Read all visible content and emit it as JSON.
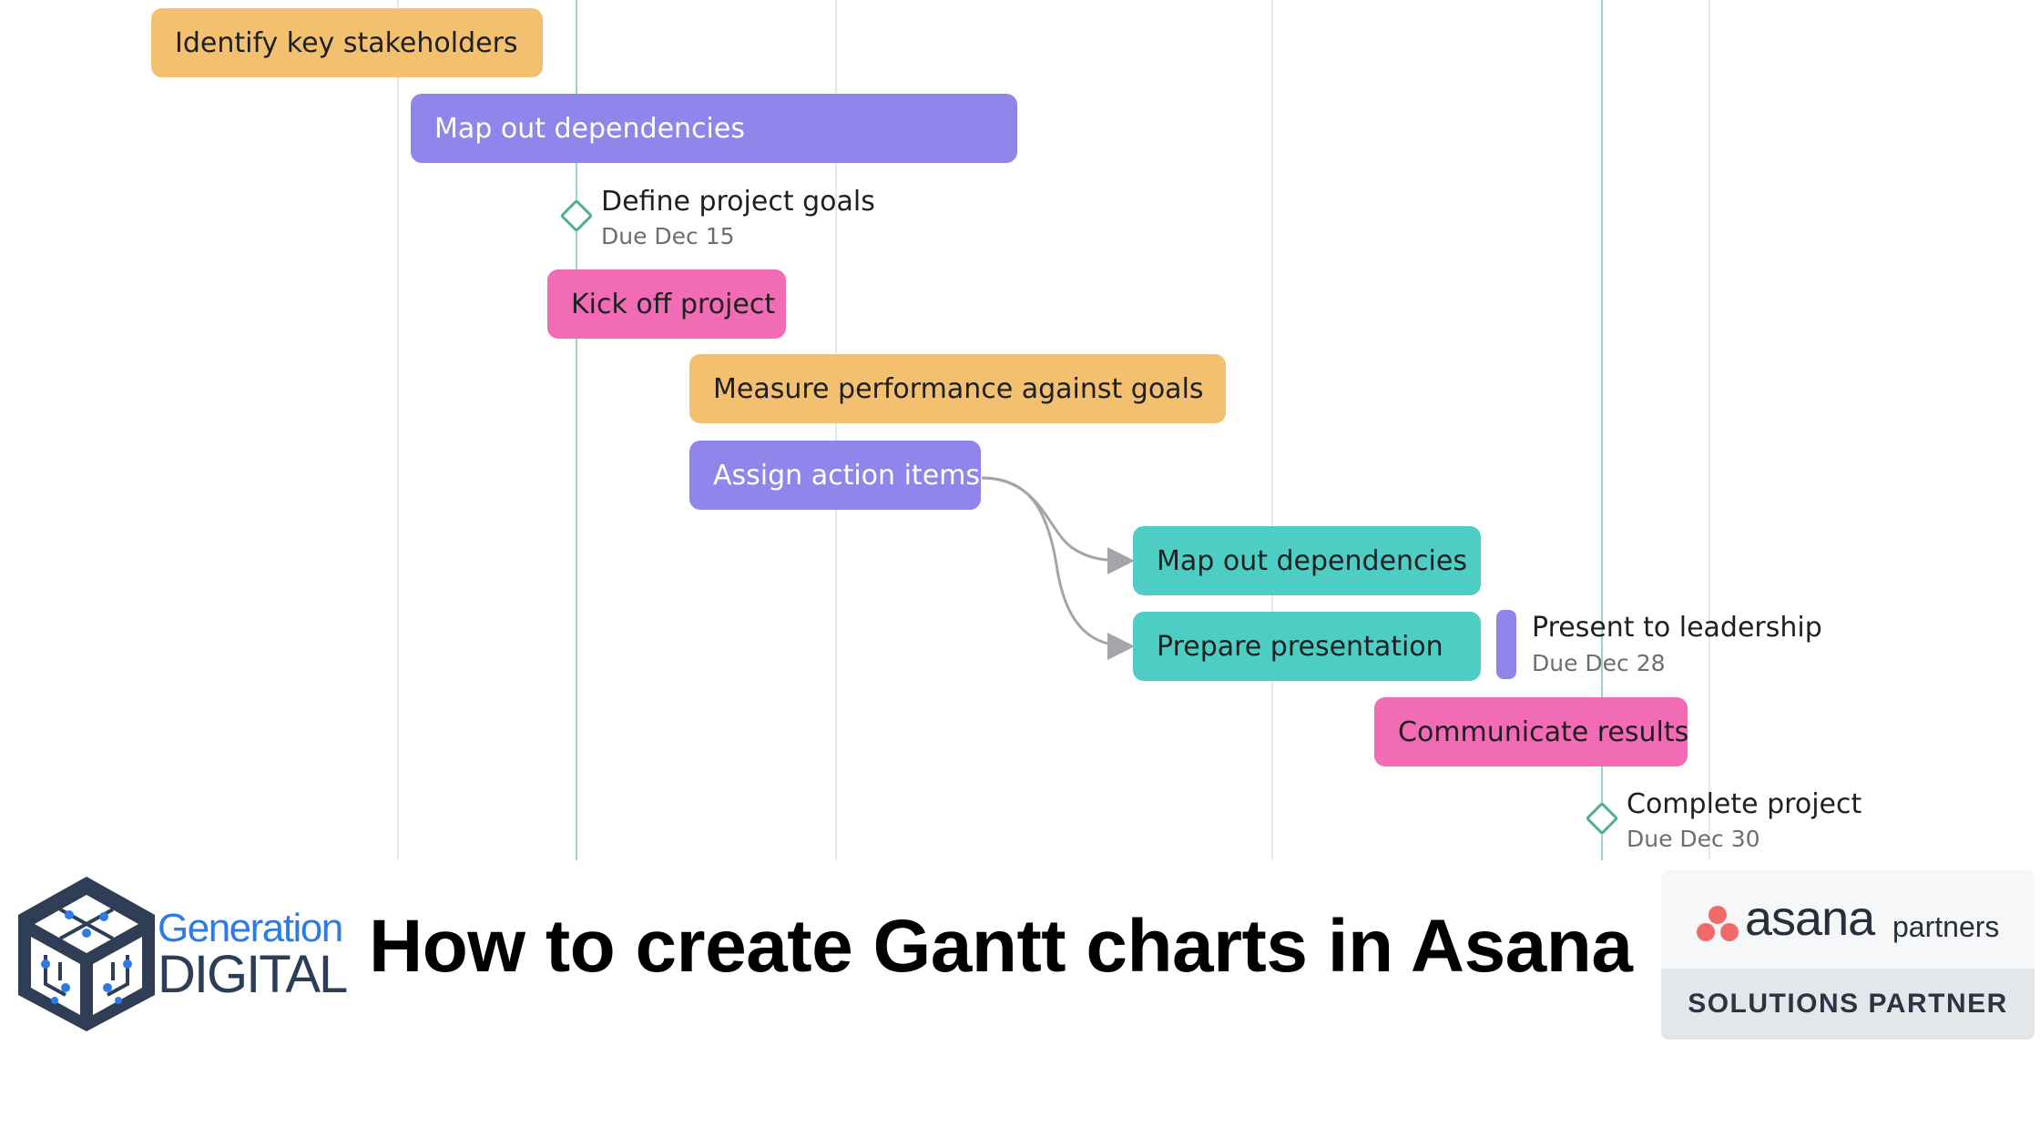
{
  "gantt": {
    "bars": [
      {
        "label": "Identify key stakeholders",
        "color": "#f2c06e"
      },
      {
        "label": "Map out dependencies",
        "color": "#8f85eb"
      },
      {
        "label": "Kick off project",
        "color": "#f26bb5"
      },
      {
        "label": "Measure performance against goals",
        "color": "#f2c06e"
      },
      {
        "label": "Assign action items",
        "color": "#8f85eb"
      },
      {
        "label": "Map out dependencies",
        "color": "#4ecdc4"
      },
      {
        "label": "Prepare presentation",
        "color": "#4ecdc4"
      },
      {
        "label": "Communicate results",
        "color": "#f26bb5"
      }
    ],
    "milestones": [
      {
        "title": "Define project goals",
        "due": "Due Dec 15"
      },
      {
        "title": "Present to leadership",
        "due": "Due Dec 28"
      },
      {
        "title": "Complete project",
        "due": "Due Dec 30"
      }
    ],
    "dependency_color": "#a3a5a8",
    "today_line_color": "#9fd3c4"
  },
  "footer": {
    "logo_line1": "Generation",
    "logo_line2": "DIGITAL",
    "headline": "How to create Gantt charts in Asana",
    "badge": {
      "brand": "asana",
      "tier": "partners",
      "label": "SOLUTIONS PARTNER",
      "dot_color": "#f06a6a"
    }
  }
}
